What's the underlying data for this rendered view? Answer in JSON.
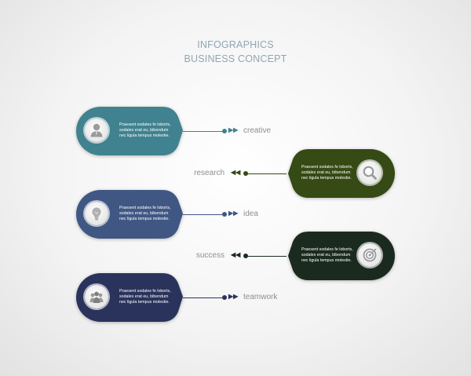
{
  "header": {
    "title_line1": "INFOGRAPHICS",
    "title_line2": "BUSINESS CONCEPT"
  },
  "steps": [
    {
      "label": "creative",
      "side": "left",
      "color": "#40828f",
      "icon": "user-icon",
      "text": [
        "Praesent sodales fe loborts,",
        "sodales erat eu, bibendum",
        "nec ligula tempus molestie."
      ]
    },
    {
      "label": "research",
      "side": "right",
      "color": "#354a14",
      "icon": "magnifier-icon",
      "text": [
        "Praesent sodales fe loborts,",
        "sodales erat eu, bibendum",
        "nec ligula tempus molestie."
      ]
    },
    {
      "label": "idea",
      "side": "left",
      "color": "#405784",
      "icon": "lightbulb-icon",
      "text": [
        "Praesent sodales fe loborts,",
        "sodales erat eu, bibendum",
        "nec ligula tempus molestie."
      ]
    },
    {
      "label": "success",
      "side": "right",
      "color": "#1b2a1e",
      "icon": "target-icon",
      "text": [
        "Praesent sodales fe loborts,",
        "sodales erat eu, bibendum",
        "nec ligula tempus molestie."
      ]
    },
    {
      "label": "teamwork",
      "side": "left",
      "color": "#2a335c",
      "icon": "team-icon",
      "text": [
        "Praesent sodales fe loborts,",
        "sodales erat eu, bibendum",
        "nec ligula tempus molestie."
      ]
    }
  ]
}
